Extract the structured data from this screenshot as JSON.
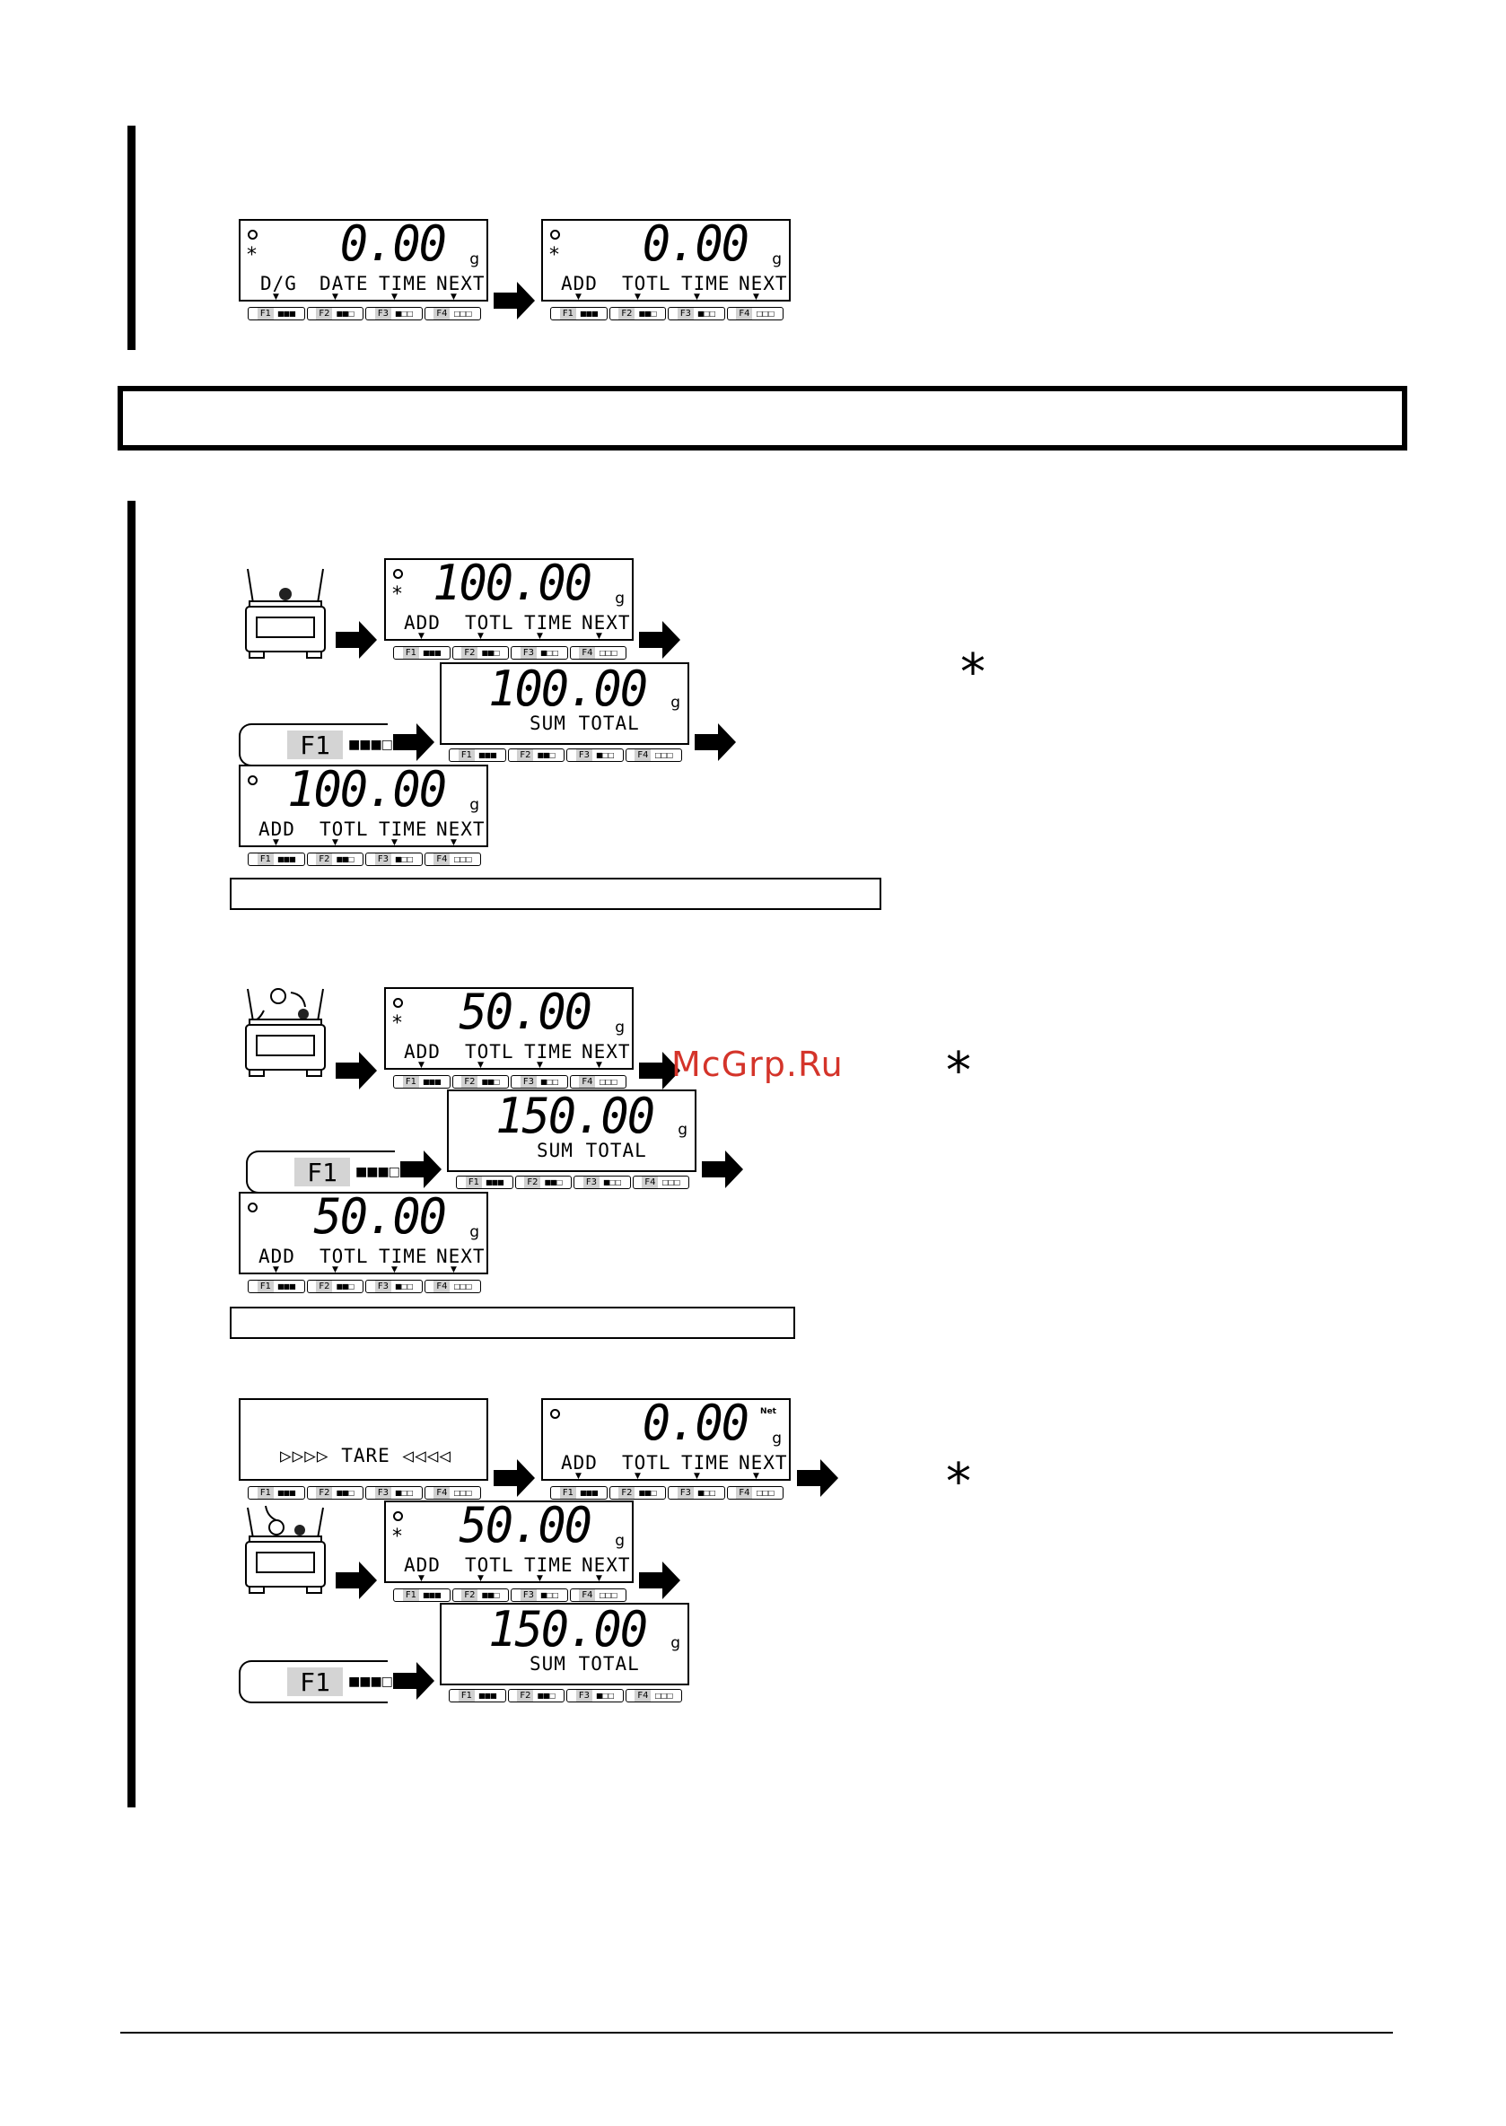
{
  "watermark": "McGrp.Ru",
  "function_keys": [
    "F1",
    "F2",
    "F3",
    "F4"
  ],
  "unit": "g",
  "net_flag": "Net",
  "asterisk": "*",
  "f1_key": {
    "label": "F1"
  },
  "top": {
    "lcd1": {
      "value": "0.00",
      "labels": [
        "D/G",
        "DATE",
        "TIME",
        "NEXT"
      ]
    },
    "lcd2": {
      "value": "0.00",
      "labels": [
        "ADD",
        "TOTL",
        "TIME",
        "NEXT"
      ]
    }
  },
  "step1": {
    "lcd_a": {
      "value": "100.00",
      "labels": [
        "ADD",
        "TOTL",
        "TIME",
        "NEXT"
      ]
    },
    "lcd_sum": {
      "value": "100.00",
      "text": "SUM  TOTAL"
    },
    "lcd_b": {
      "value": "100.00",
      "labels": [
        "ADD",
        "TOTL",
        "TIME",
        "NEXT"
      ]
    }
  },
  "step2": {
    "lcd_a": {
      "value": "50.00",
      "labels": [
        "ADD",
        "TOTL",
        "TIME",
        "NEXT"
      ]
    },
    "lcd_sum": {
      "value": "150.00",
      "text": "SUM  TOTAL"
    },
    "lcd_b": {
      "value": "50.00",
      "labels": [
        "ADD",
        "TOTL",
        "TIME",
        "NEXT"
      ]
    }
  },
  "step3": {
    "lcd_tare": {
      "text": "▷▷▷▷ TARE ◁◁◁◁"
    },
    "lcd_zero": {
      "value": "0.00",
      "labels": [
        "ADD",
        "TOTL",
        "TIME",
        "NEXT"
      ]
    },
    "lcd_a": {
      "value": "50.00",
      "labels": [
        "ADD",
        "TOTL",
        "TIME",
        "NEXT"
      ]
    },
    "lcd_sum": {
      "value": "150.00",
      "text": "SUM  TOTAL"
    }
  }
}
